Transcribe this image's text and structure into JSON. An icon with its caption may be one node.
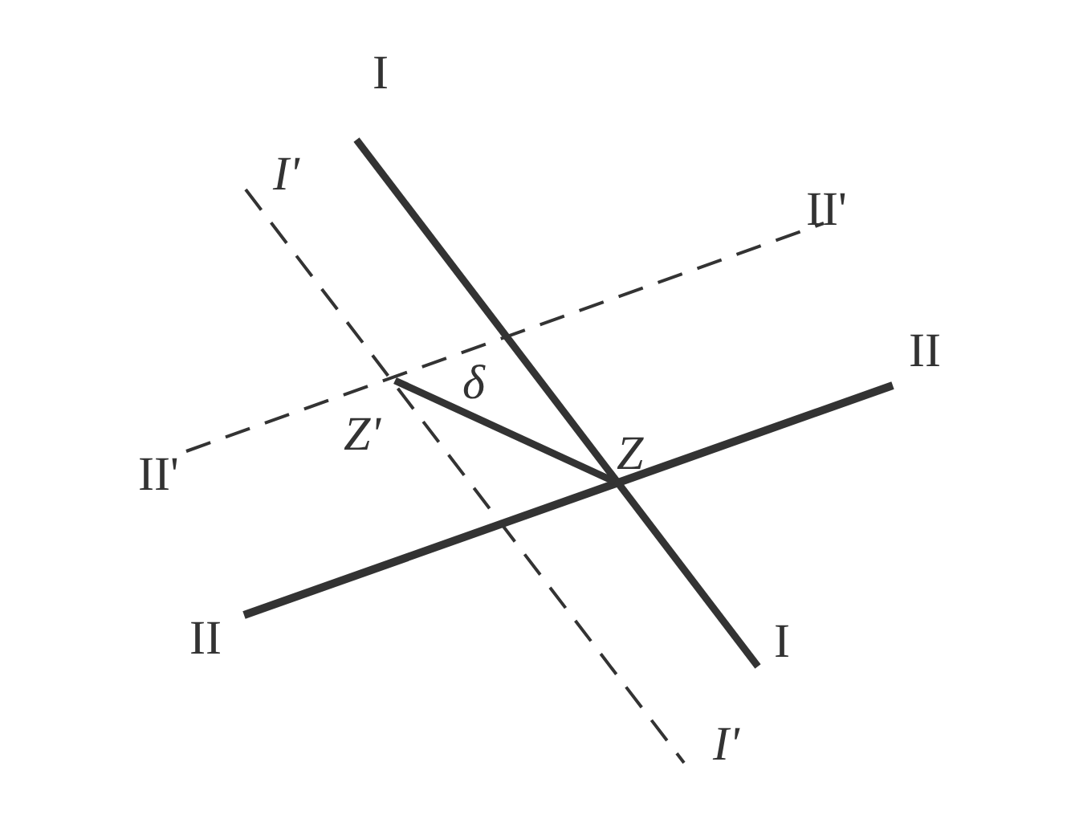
{
  "diagram": {
    "labels": [
      "I",
      "I'",
      "II'",
      "II",
      "δ",
      "Z'",
      "Z",
      "II'",
      "II",
      "I",
      "I'"
    ]
  }
}
